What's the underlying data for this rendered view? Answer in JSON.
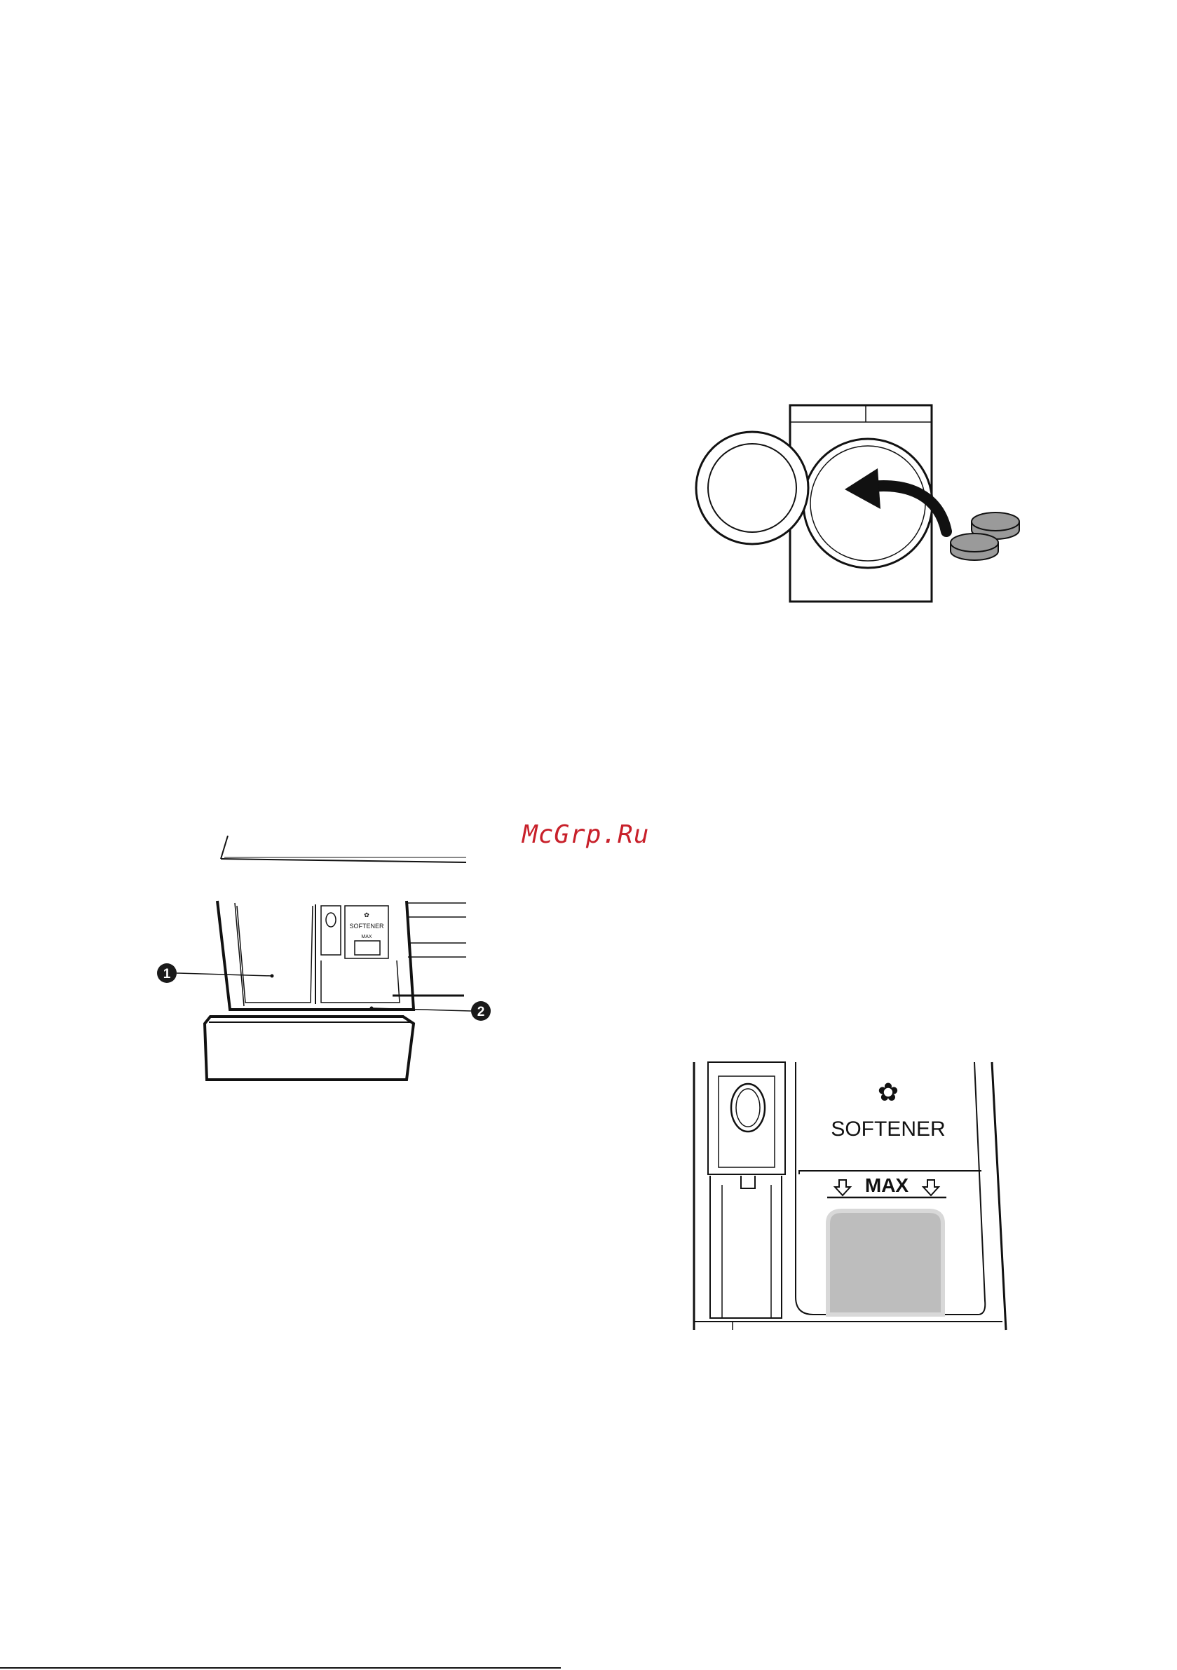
{
  "page": {
    "watermark": "McGrp.Ru"
  },
  "figures": {
    "washer_cleaning": {
      "icon": "washer-with-cleaning-tablets"
    },
    "detergent_drawer": {
      "callout_1": "1",
      "callout_2": "2",
      "compartment_label": "SOFTENER",
      "max_label": "MAX"
    },
    "softener_detail": {
      "compartment_label": "SOFTENER",
      "max_label": "MAX"
    }
  },
  "colors": {
    "ink": "#111111",
    "liquid_fill": "#bdbdbd",
    "tablet_fill": "#9a9a9a",
    "callout_fill": "#1a1a1a",
    "watermark": "#c8202a"
  }
}
